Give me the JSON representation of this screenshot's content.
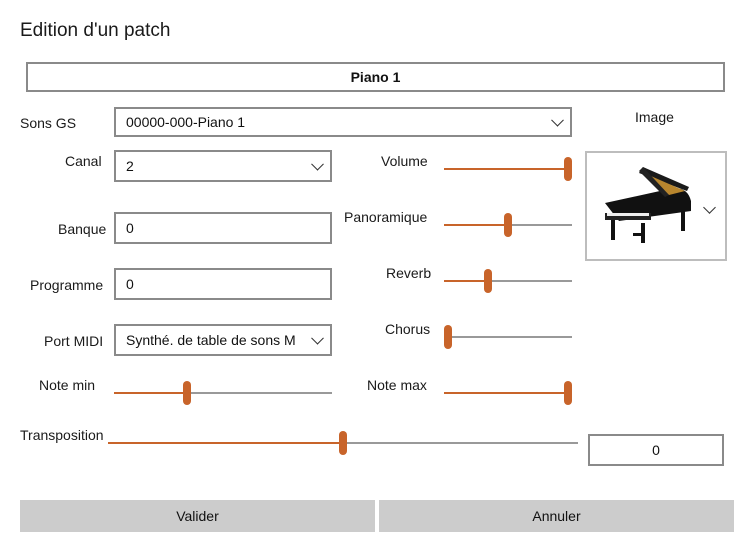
{
  "dialog": {
    "title": "Edition d'un patch",
    "patch_name": "Piano 1"
  },
  "labels": {
    "sons_gs": "Sons GS",
    "image": "Image",
    "canal": "Canal",
    "volume": "Volume",
    "banque": "Banque",
    "panoramique": "Panoramique",
    "programme": "Programme",
    "reverb": "Reverb",
    "port_midi": "Port MIDI",
    "chorus": "Chorus",
    "note_min": "Note min",
    "note_max": "Note max",
    "transposition": "Transposition"
  },
  "fields": {
    "sons_gs": "00000-000-Piano 1",
    "canal": "2",
    "banque": "0",
    "programme": "0",
    "port_midi": "Synthé. de table de sons Microsoft GS",
    "transposition": "0"
  },
  "sliders": {
    "volume": 1.0,
    "panoramique": 0.5,
    "reverb": 0.33,
    "chorus": 0.0,
    "note_min": 0.33,
    "note_max": 1.0,
    "transposition": 0.5
  },
  "image": {
    "icon": "grand-piano-icon"
  },
  "colors": {
    "accent": "#c8642a",
    "track": "#999999",
    "button": "#cccccc"
  },
  "buttons": {
    "validate": "Valider",
    "cancel": "Annuler"
  }
}
